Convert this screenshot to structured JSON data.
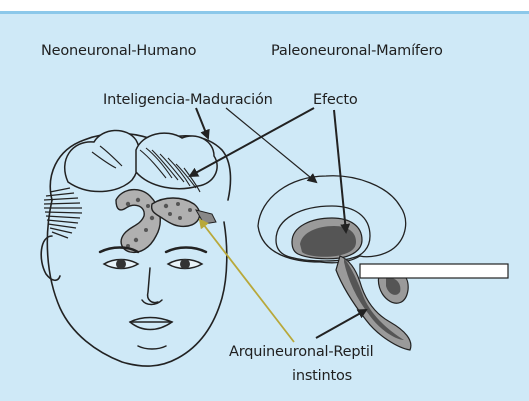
{
  "labels": {
    "neo": "Neoneuronal-Humano",
    "paleo": "Paleoneuronal-Mamífero",
    "intel": "Inteligencia-Maduración",
    "efecto": "Efecto",
    "arqui": "Arquineuronal-Reptil",
    "instintos": "instintos"
  },
  "colors": {
    "background": "#cfe9f7",
    "top_rule": "#8cc8ea",
    "line": "#222222",
    "brain_dark": "#555555",
    "brain_mid": "#9a9a9a",
    "arrow_yellow": "#b8a83a"
  }
}
